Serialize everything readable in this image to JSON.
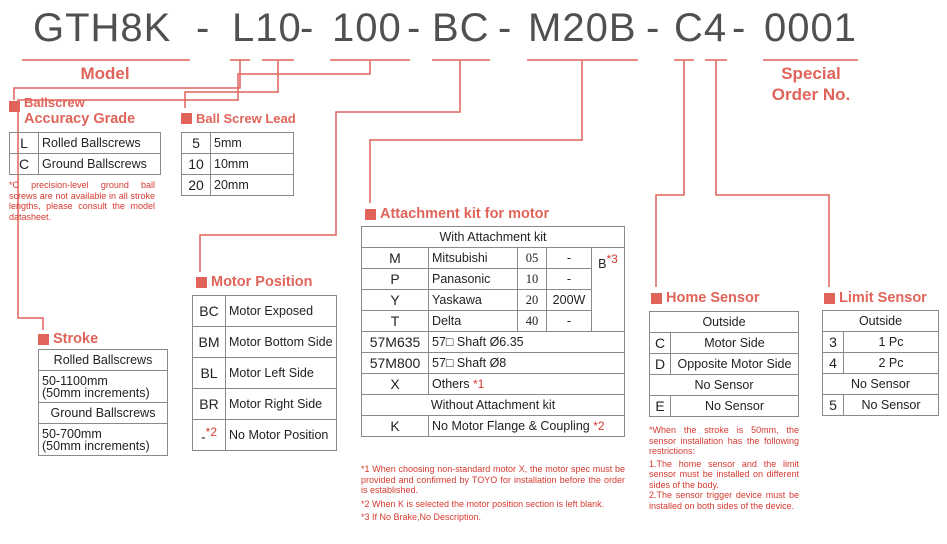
{
  "code": {
    "model": "GTH8K",
    "lead": "L10",
    "stroke": "100",
    "position": "BC",
    "motor": "M20B",
    "sensor": "C4",
    "special": "0001",
    "sep": "-"
  },
  "labels": {
    "model": "Model",
    "special_line1": "Special",
    "special_line2": "Order No."
  },
  "accuracy": {
    "title_line1": "Ballscrew",
    "title_line2": "Accuracy Grade",
    "rows": [
      {
        "code": "L",
        "desc": "Rolled Ballscrews"
      },
      {
        "code": "C",
        "desc": "Ground Ballscrews"
      }
    ],
    "note": "*C precision-level ground ball screws are not available in all stroke lengths, please consult the model datasheet."
  },
  "lead": {
    "title": "Ball Screw Lead",
    "rows": [
      {
        "code": "5",
        "desc": "5mm"
      },
      {
        "code": "10",
        "desc": "10mm"
      },
      {
        "code": "20",
        "desc": "20mm"
      }
    ]
  },
  "stroke": {
    "title": "Stroke",
    "rolled_header": "Rolled Ballscrews",
    "rolled_line1": "50-1100mm",
    "rolled_line2": "(50mm increments)",
    "ground_header": "Ground Ballscrews",
    "ground_line1": "50-700mm",
    "ground_line2": "(50mm increments)"
  },
  "position": {
    "title": "Motor Position",
    "rows": [
      {
        "code": "BC",
        "desc": "Motor Exposed"
      },
      {
        "code": "BM",
        "desc": "Motor Bottom Side"
      },
      {
        "code": "BL",
        "desc": "Motor Left Side"
      },
      {
        "code": "BR",
        "desc": "Motor Right Side"
      },
      {
        "code": "-",
        "mark": "*2",
        "desc": "No Motor Position"
      }
    ]
  },
  "attachment": {
    "title": "Attachment kit for motor",
    "with_header": "With Attachment kit",
    "rows": [
      {
        "code": "M",
        "brand": "Mitsubishi",
        "size": "05",
        "power": "-"
      },
      {
        "code": "P",
        "brand": "Panasonic",
        "size": "10",
        "power": "-"
      },
      {
        "code": "Y",
        "brand": "Yaskawa",
        "size": "20",
        "power": "200W"
      },
      {
        "code": "T",
        "brand": "Delta",
        "size": "40",
        "power": "-"
      }
    ],
    "brake_code": "B",
    "brake_mark": "*3",
    "shaft_rows": [
      {
        "code": "57M635",
        "desc": "57□ Shaft Ø6.35"
      },
      {
        "code": "57M800",
        "desc": "57□ Shaft Ø8"
      }
    ],
    "others": {
      "code": "X",
      "desc": "Others",
      "mark": "*1"
    },
    "without_header": "Without  Attachment kit",
    "none": {
      "code": "K",
      "desc": "No Motor Flange & Coupling",
      "mark": "*2"
    },
    "notes": [
      "*1 When choosing non-standard motor X, the motor spec must be provided and confirmed by TOYO for installation before the order is established.",
      "*2 When K is selected the motor position section is left blank.",
      "*3 If No Brake,No Description."
    ]
  },
  "home_sensor": {
    "title": "Home Sensor",
    "outside_header": "Outside",
    "rows": [
      {
        "code": "C",
        "desc": "Motor Side"
      },
      {
        "code": "D",
        "desc": "Opposite Motor Side"
      }
    ],
    "no_sensor_header": "No Sensor",
    "none_row": {
      "code": "E",
      "desc": "No Sensor"
    },
    "notes": [
      "*When the stroke is 50mm, the sensor installation has the following restrictions:",
      "1.The home sensor and the limit sensor must be installed on different sides of the body.",
      "2.The sensor trigger device must be installed on both sides of the device."
    ]
  },
  "limit_sensor": {
    "title": "Limit Sensor",
    "outside_header": "Outside",
    "rows": [
      {
        "code": "3",
        "desc": "1 Pc"
      },
      {
        "code": "4",
        "desc": "2 Pc"
      }
    ],
    "no_sensor_header": "No Sensor",
    "none_row": {
      "code": "5",
      "desc": "No Sensor"
    }
  },
  "colors": {
    "accent": "#e0645a",
    "text": "#505050",
    "note": "#d63a30"
  }
}
